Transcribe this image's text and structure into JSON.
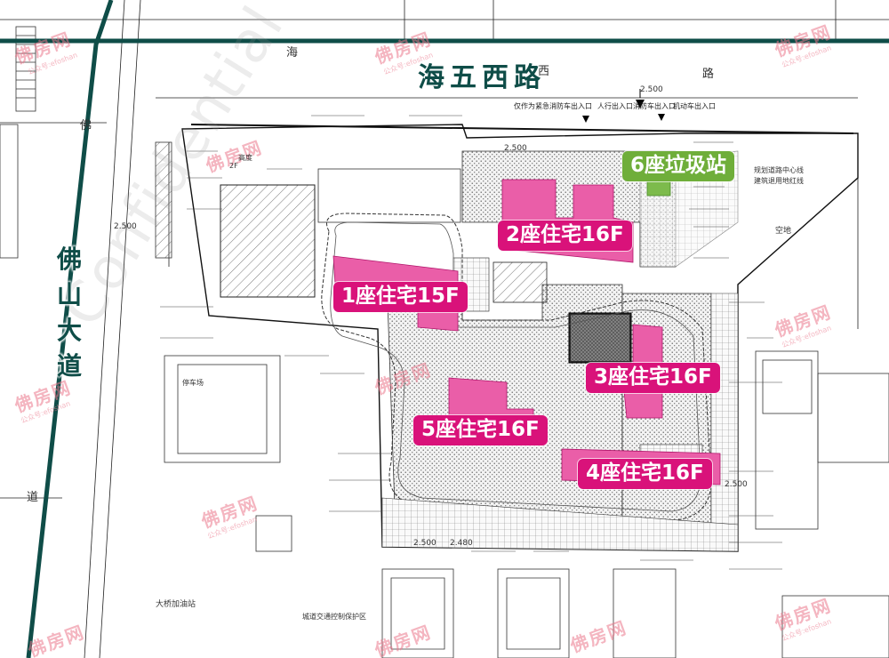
{
  "roads": {
    "north": "海五西路",
    "west": "佛山大道"
  },
  "buildings": [
    {
      "id": "b1",
      "label": "1座住宅15F"
    },
    {
      "id": "b2",
      "label": "2座住宅16F"
    },
    {
      "id": "b3",
      "label": "3座住宅16F"
    },
    {
      "id": "b4",
      "label": "4座住宅16F"
    },
    {
      "id": "b5",
      "label": "5座住宅16F"
    }
  ],
  "garbage_station": {
    "label": "6座垃圾站"
  },
  "entrances": {
    "fire": "仅作为紧急消防车出入口",
    "fire2": "消防车出入口",
    "pedestrian": "人行出入口",
    "pedestrian2": "消防车出入口",
    "motor": "机动车出入口"
  },
  "cad_text": {
    "hai": "海",
    "xi": "西",
    "lu": "路",
    "fo": "佛",
    "dao": "道",
    "gas_station": "大桥加油站",
    "empty_land": "空地",
    "elev1": "2.500",
    "elev2": "2.500",
    "elev3": "2.500",
    "elev4": "2.480",
    "elev5": "2.500",
    "elev6": "2.500",
    "planned_center": "规划道路中心线",
    "land_line": "建筑退用地红线",
    "green_belt": "城道交通控制保护区",
    "high": "高度",
    "park": "停车场",
    "floor_count": "2F"
  },
  "watermark": {
    "brand": "佛房网",
    "sub": "公众号:efoshan",
    "confidential": "Confidential"
  },
  "colors": {
    "building": "#ea5ea8",
    "label_bg": "#d9127a",
    "garbage": "#6fae3a",
    "road_line": "#0f4d48"
  }
}
